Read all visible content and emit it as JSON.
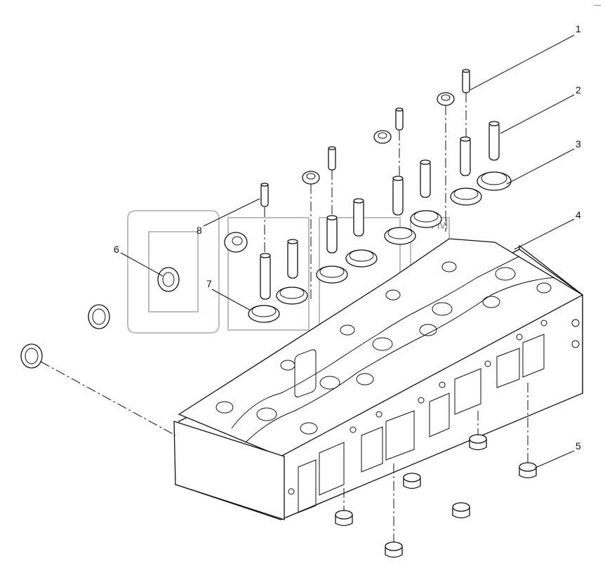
{
  "callouts": [
    "1",
    "2",
    "3",
    "4",
    "5",
    "6",
    "7",
    "8"
  ],
  "watermark": {
    "mark": "TM"
  },
  "corner_mark": "––"
}
